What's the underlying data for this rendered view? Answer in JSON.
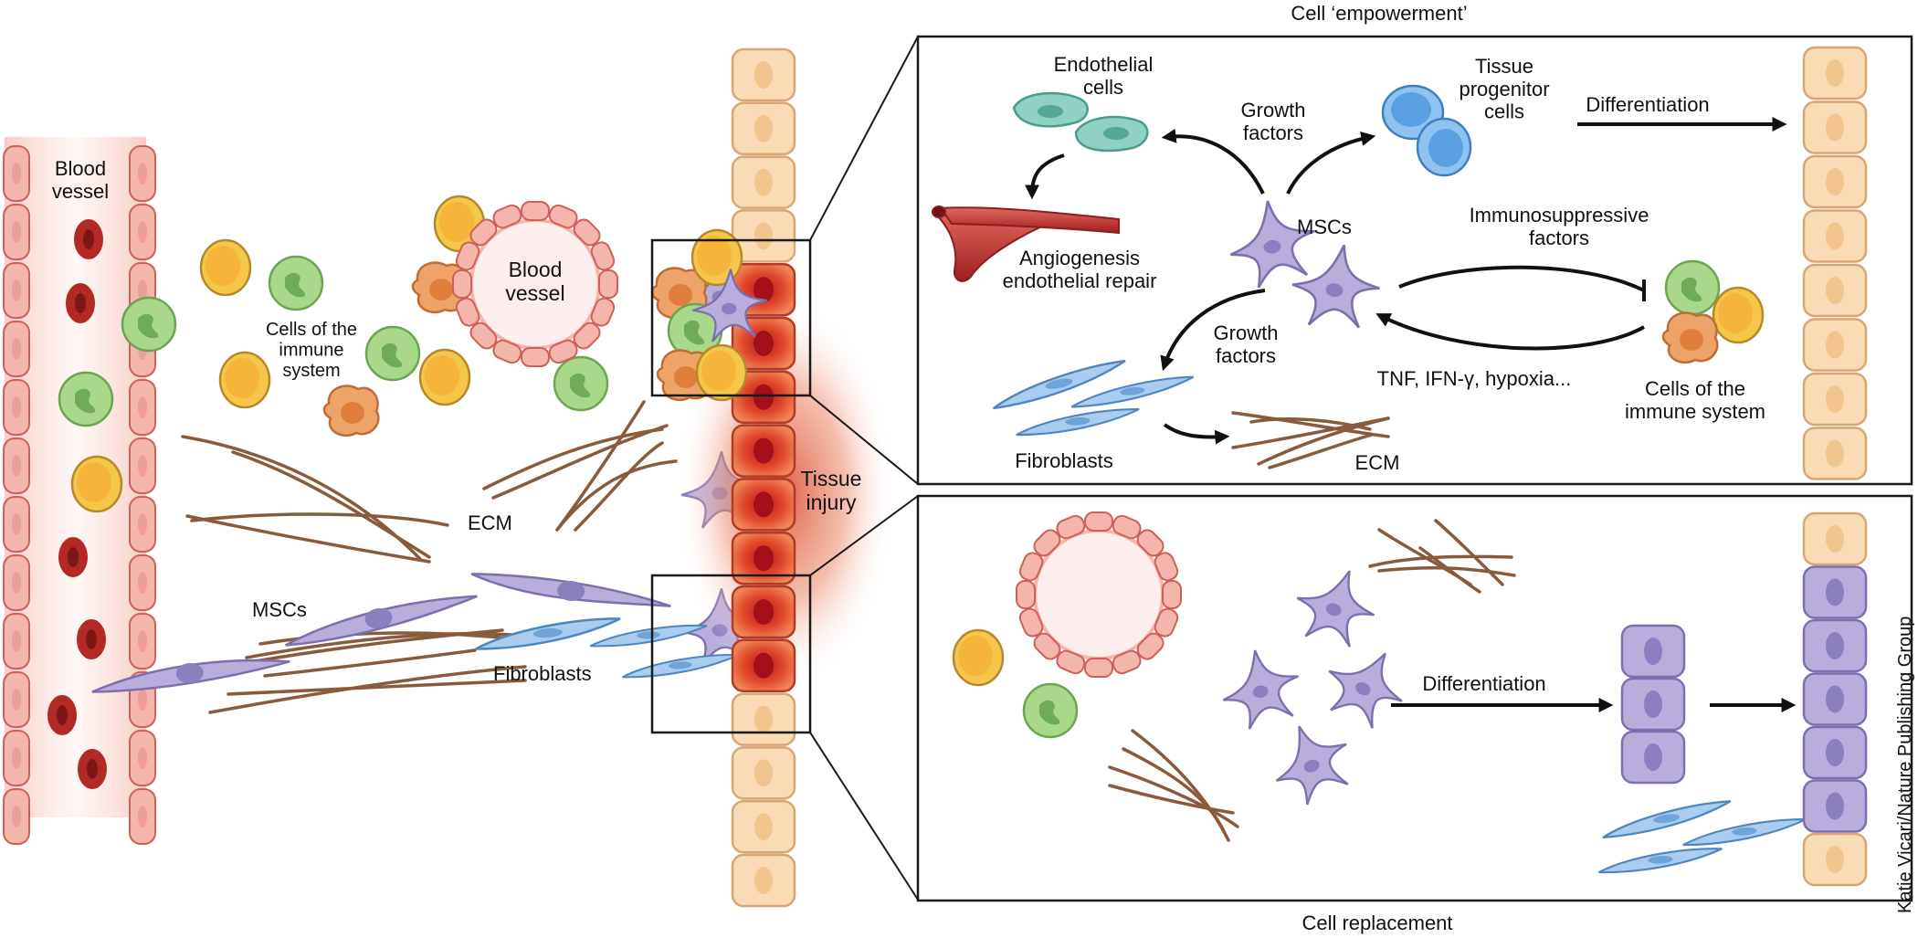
{
  "colors": {
    "rbc": "#b8312b",
    "vessel_wall": "#f2b9b2",
    "vessel_stroke": "#c9504a",
    "msc": "#b9aedb",
    "msc_stroke": "#7d6fae",
    "fibroblast": "#a9cdee",
    "fibroblast_stroke": "#4f86be",
    "ecm": "#8a5a3c",
    "tissue_cell": "#f9dcb5",
    "tissue_stroke": "#d7a673",
    "injured_cell": "#e5542f",
    "immune_yellow": "#f4c64a",
    "immune_green": "#98cd77",
    "immune_orange": "#e99052",
    "endothelial": "#7fc6b8",
    "progenitor": "#7ab5ea",
    "injury_glow": "#e4694b"
  },
  "overview": {
    "blood_vessel_left": "Blood\nvessel",
    "blood_vessel_round": "Blood\nvessel",
    "immune_cells": "Cells of the\nimmune\nsystem",
    "ecm": "ECM",
    "mscs": "MSCs",
    "fibroblasts": "Fibroblasts",
    "tissue_injury": "Tissue\ninjury"
  },
  "top_panel": {
    "title": "Cell ‘empowerment’",
    "endothelial_cells": "Endothelial\ncells",
    "growth_factors_top": "Growth\nfactors",
    "tissue_progenitor": "Tissue\nprogenitor\ncells",
    "differentiation": "Differentiation",
    "angiogenesis": "Angiogenesis\nendothelial repair",
    "mscs": "MSCs",
    "immunosuppressive": "Immunosuppressive\nfactors",
    "growth_factors_bottom": "Growth\nfactors",
    "tnf": "TNF, IFN-γ, hypoxia...",
    "immune_cells": "Cells of the\nimmune system",
    "fibroblasts": "Fibroblasts",
    "ecm": "ECM"
  },
  "bottom_panel": {
    "title": "Cell replacement",
    "differentiation": "Differentiation"
  },
  "credit": "Katie Vicari/Nature Publishing Group",
  "icons": [
    "msc-icon",
    "fibroblast-icon",
    "red-blood-cell-icon",
    "immune-cell-icon",
    "tissue-cell-icon",
    "endothelial-cell-icon",
    "progenitor-cell-icon"
  ]
}
